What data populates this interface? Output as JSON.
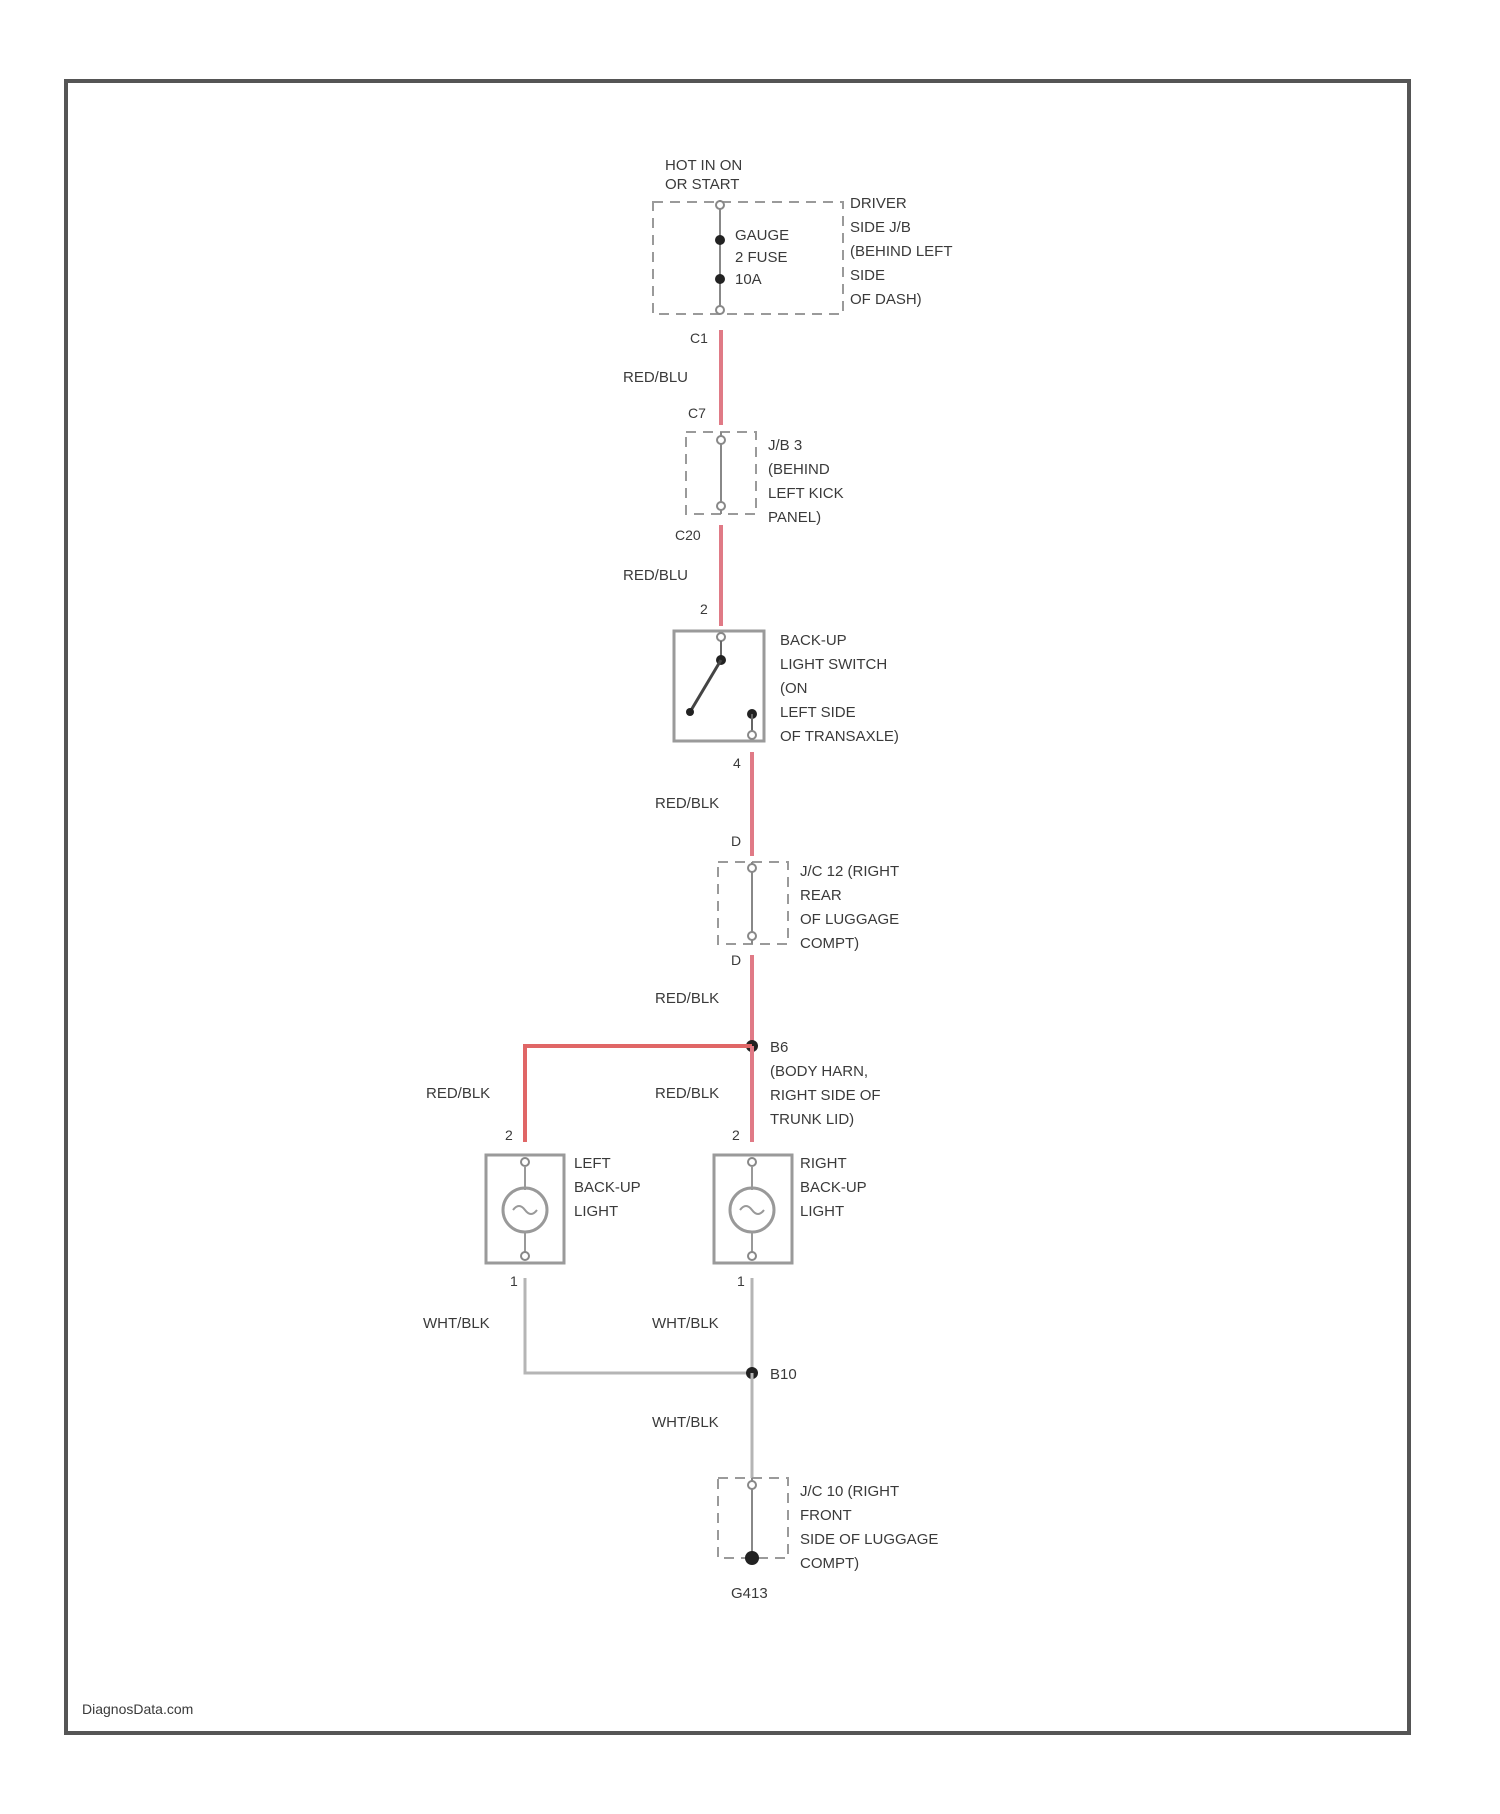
{
  "power_source": {
    "line1": "HOT IN ON",
    "line2": "OR START"
  },
  "driver_jb": {
    "lines": [
      "DRIVER",
      "SIDE J/B",
      "(BEHIND LEFT",
      "SIDE",
      "OF DASH)"
    ]
  },
  "fuse": {
    "lines": [
      "GAUGE",
      "2 FUSE",
      "10A"
    ]
  },
  "jb3": {
    "lines": [
      "J/B 3",
      "(BEHIND",
      "LEFT KICK",
      "PANEL)"
    ]
  },
  "backup_switch": {
    "lines": [
      "BACK-UP",
      "LIGHT SWITCH",
      "(ON",
      "LEFT SIDE",
      "OF TRANSAXLE)"
    ]
  },
  "jc12": {
    "lines": [
      "J/C 12 (RIGHT",
      "REAR",
      "OF LUGGAGE",
      "COMPT)"
    ]
  },
  "splice_b6": {
    "id": "B6",
    "lines": [
      "(BODY HARN,",
      "RIGHT SIDE OF",
      "TRUNK LID)"
    ]
  },
  "left_light": {
    "lines": [
      "LEFT",
      "BACK-UP",
      "LIGHT"
    ]
  },
  "right_light": {
    "lines": [
      "RIGHT",
      "BACK-UP",
      "LIGHT"
    ]
  },
  "splice_b10": {
    "id": "B10"
  },
  "jc10": {
    "lines": [
      "J/C 10 (RIGHT",
      "FRONT",
      "SIDE OF LUGGAGE",
      "COMPT)"
    ]
  },
  "ground": {
    "id": "G413"
  },
  "connectors": {
    "c1": "C1",
    "c7": "C7",
    "c20": "C20",
    "sw_in": "2",
    "sw_out": "4",
    "jc12_in": "D",
    "jc12_out": "D",
    "left_in": "2",
    "right_in": "2",
    "left_out": "1",
    "right_out": "1"
  },
  "wires": {
    "w1": "RED/BLU",
    "w2": "RED/BLU",
    "w3": "RED/BLK",
    "w4": "RED/BLK",
    "w5_left": "RED/BLK",
    "w5_right": "RED/BLK",
    "w6_left": "WHT/BLK",
    "w6_right": "WHT/BLK",
    "w7": "WHT/BLK"
  },
  "footer": {
    "watermark": "DiagnosData.com"
  },
  "colors": {
    "hot_wire": "#e07a86",
    "ground_wire": "#b5b5b5",
    "frame": "#555555"
  }
}
